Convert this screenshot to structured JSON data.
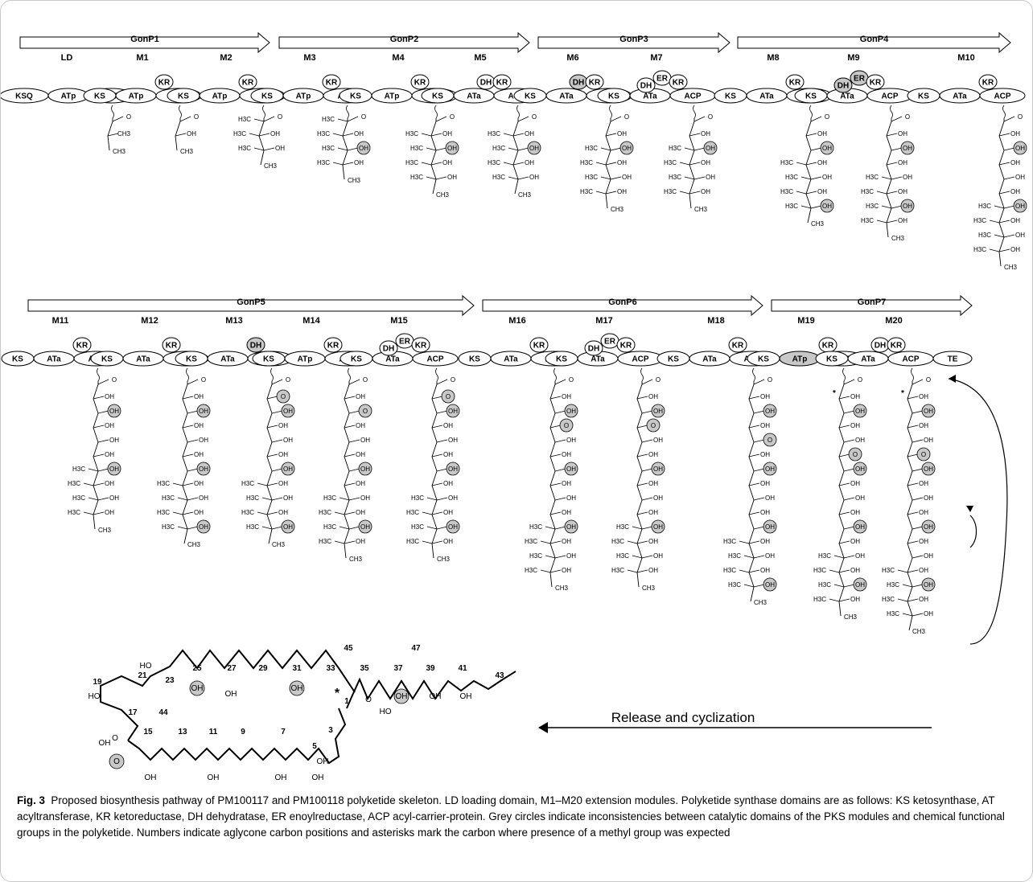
{
  "genes": [
    {
      "name": "GonP1",
      "modules": [
        "LD",
        "M1",
        "M2"
      ]
    },
    {
      "name": "GonP2",
      "modules": [
        "M3",
        "M4",
        "M5"
      ]
    },
    {
      "name": "GonP3",
      "modules": [
        "M6",
        "M7"
      ]
    },
    {
      "name": "GonP4",
      "modules": [
        "M8",
        "M9",
        "M10"
      ]
    },
    {
      "name": "GonP5",
      "modules": [
        "M11",
        "M12",
        "M13",
        "M14",
        "M15"
      ]
    },
    {
      "name": "GonP6",
      "modules": [
        "M16",
        "M17",
        "M18"
      ]
    },
    {
      "name": "GonP7",
      "modules": [
        "M19",
        "M20"
      ]
    }
  ],
  "modules": [
    {
      "id": "LD",
      "domains": [
        "KSQ",
        "ATp",
        "ACP"
      ],
      "above": [],
      "grey": [],
      "chain": [
        "O",
        "CH3"
      ]
    },
    {
      "id": "M1",
      "domains": [
        "KS",
        "ATp",
        "ACP"
      ],
      "above": [
        "KR"
      ],
      "grey": [],
      "chain": [
        "O",
        "OH"
      ]
    },
    {
      "id": "M2",
      "domains": [
        "KS",
        "ATp",
        "ACP"
      ],
      "above": [
        "KR"
      ],
      "grey": [],
      "chain": [
        "O",
        "OH",
        "OH"
      ]
    },
    {
      "id": "M3",
      "domains": [
        "KS",
        "ATp",
        "ACP"
      ],
      "above": [
        "KR"
      ],
      "grey": [],
      "chain": [
        "O",
        "OH",
        "OH",
        "OH"
      ]
    },
    {
      "id": "M4",
      "domains": [
        "KS",
        "ATp",
        "ACP"
      ],
      "above": [
        "KR"
      ],
      "grey": [],
      "chain": [
        "O",
        "OH",
        "OH",
        "OH",
        "OH"
      ]
    },
    {
      "id": "M5",
      "domains": [
        "KS",
        "ATa",
        "ACP"
      ],
      "above": [
        "DH",
        "KR"
      ],
      "grey": [],
      "chain": [
        "O",
        "OH",
        "OH",
        "OH",
        "OH"
      ]
    },
    {
      "id": "M6",
      "domains": [
        "KS",
        "ATa",
        "ACP"
      ],
      "above": [
        "DH",
        "KR"
      ],
      "grey": [
        "DH"
      ],
      "chain": [
        "O",
        "OH",
        "OH",
        "OH",
        "OH",
        "OH"
      ]
    },
    {
      "id": "M7",
      "domains": [
        "KS",
        "ATa",
        "ACP"
      ],
      "above": [
        "DH",
        "ER",
        "KR"
      ],
      "grey": [],
      "chain": [
        "O",
        "OH",
        "OH",
        "OH",
        "OH",
        "OH"
      ]
    },
    {
      "id": "M8",
      "domains": [
        "KS",
        "ATa",
        "ACP"
      ],
      "above": [
        "KR"
      ],
      "grey": [],
      "chain": [
        "O",
        "OH",
        "OH",
        "OH",
        "OH",
        "OH",
        "OH"
      ]
    },
    {
      "id": "M9",
      "domains": [
        "KS",
        "ATa",
        "ACP"
      ],
      "above": [
        "DH",
        "ER",
        "KR"
      ],
      "grey": [
        "DH",
        "ER"
      ],
      "chain": [
        "O",
        "OH",
        "OH",
        "OH",
        "OH",
        "OH",
        "OH",
        "OH"
      ]
    },
    {
      "id": "M10",
      "domains": [
        "KS",
        "ATa",
        "ACP"
      ],
      "above": [
        "KR"
      ],
      "grey": [],
      "chain": [
        "O",
        "OH",
        "OH",
        "OH",
        "OH",
        "OH",
        "OH",
        "OH",
        "OH",
        "OH"
      ]
    },
    {
      "id": "M11",
      "domains": [
        "KS",
        "ATa",
        "ACP"
      ],
      "above": [
        "KR"
      ],
      "grey": [],
      "chain": [
        "O",
        "OH",
        "OH",
        "OH",
        "OH",
        "OH",
        "OH",
        "OH",
        "OH",
        "OH"
      ]
    },
    {
      "id": "M12",
      "domains": [
        "KS",
        "ATa",
        "ACP"
      ],
      "above": [
        "KR"
      ],
      "grey": [],
      "chain": [
        "O",
        "OH",
        "OH",
        "OH",
        "OH",
        "OH",
        "OH",
        "OH",
        "OH",
        "OH",
        "OH"
      ]
    },
    {
      "id": "M13",
      "domains": [
        "KS",
        "ATa",
        "ACP"
      ],
      "above": [
        "DH"
      ],
      "grey": [
        "DH"
      ],
      "chain": [
        "O",
        "O",
        "OH",
        "OH",
        "OH",
        "OH",
        "OH",
        "OH",
        "OH",
        "OH",
        "OH"
      ]
    },
    {
      "id": "M14",
      "domains": [
        "KS",
        "ATp",
        "ACP"
      ],
      "above": [
        "KR"
      ],
      "grey": [],
      "chain": [
        "O",
        "OH",
        "O",
        "OH",
        "OH",
        "OH",
        "OH",
        "OH",
        "OH",
        "OH",
        "OH",
        "OH"
      ]
    },
    {
      "id": "M15",
      "domains": [
        "KS",
        "ATa",
        "ACP"
      ],
      "above": [
        "DH",
        "ER",
        "KR"
      ],
      "grey": [],
      "chain": [
        "O",
        "O",
        "OH",
        "OH",
        "OH",
        "OH",
        "OH",
        "OH",
        "OH",
        "OH",
        "OH",
        "OH"
      ]
    },
    {
      "id": "M16",
      "domains": [
        "KS",
        "ATa",
        "ACP"
      ],
      "above": [
        "KR"
      ],
      "grey": [],
      "chain": [
        "O",
        "OH",
        "OH",
        "O",
        "OH",
        "OH",
        "OH",
        "OH",
        "OH",
        "OH",
        "OH",
        "OH",
        "OH",
        "OH"
      ]
    },
    {
      "id": "M17",
      "domains": [
        "KS",
        "ATa",
        "ACP"
      ],
      "above": [
        "DH",
        "ER",
        "KR"
      ],
      "grey": [],
      "chain": [
        "O",
        "OH",
        "OH",
        "O",
        "OH",
        "OH",
        "OH",
        "OH",
        "OH",
        "OH",
        "OH",
        "OH",
        "OH",
        "OH"
      ]
    },
    {
      "id": "M18",
      "domains": [
        "KS",
        "ATa",
        "ACP"
      ],
      "above": [
        "KR"
      ],
      "grey": [],
      "chain": [
        "O",
        "OH",
        "OH",
        "OH",
        "O",
        "OH",
        "OH",
        "OH",
        "OH",
        "OH",
        "OH",
        "OH",
        "OH",
        "OH",
        "OH"
      ]
    },
    {
      "id": "M19",
      "domains": [
        "KS",
        "ATp",
        "ACP"
      ],
      "above": [
        "KR"
      ],
      "grey": [
        "ATp"
      ],
      "chain": [
        "O",
        "OH",
        "OH",
        "OH",
        "OH",
        "O",
        "OH",
        "OH",
        "OH",
        "OH",
        "OH",
        "OH",
        "OH",
        "OH",
        "OH",
        "OH"
      ]
    },
    {
      "id": "M20",
      "domains": [
        "KS",
        "ATa",
        "ACP",
        "TE"
      ],
      "above": [
        "DH",
        "KR"
      ],
      "grey": [],
      "chain": [
        "O",
        "OH",
        "OH",
        "OH",
        "OH",
        "O",
        "OH",
        "OH",
        "OH",
        "OH",
        "OH",
        "OH",
        "OH",
        "OH",
        "OH",
        "OH",
        "OH"
      ]
    }
  ],
  "methyl_label": "H3C",
  "terminal_label": "CH3",
  "release_label": "Release and cyclization",
  "asterisk": "*",
  "aglycone": {
    "carbon_numbers": [
      "1",
      "3",
      "5",
      "7",
      "9",
      "11",
      "13",
      "15",
      "17",
      "19",
      "21",
      "23",
      "25",
      "27",
      "29",
      "31",
      "33",
      "35",
      "37",
      "39",
      "41",
      "43",
      "44",
      "45",
      "47"
    ],
    "groups": [
      "HO",
      "HO",
      "O",
      "O",
      "O",
      "HO",
      "OH",
      "OH",
      "OH",
      "OH",
      "OH",
      "OH",
      "OH",
      "OH",
      "OH",
      "OH",
      "OH",
      "OH"
    ]
  },
  "caption": {
    "lead": "Fig. 3",
    "text": "Proposed biosynthesis pathway of PM100117 and PM100118 polyketide skeleton. LD loading domain, M1–M20 extension modules. Polyketide synthase domains are as follows: KS ketosynthase, AT acyltransferase, KR ketoreductase, DH dehydratase, ER enoylreductase, ACP acyl-carrier-protein. Grey circles indicate inconsistencies between catalytic domains of the PKS modules and chemical functional groups in the polyketide. Numbers indicate aglycone carbon positions and asterisks mark the carbon where presence of a methyl group was expected"
  }
}
